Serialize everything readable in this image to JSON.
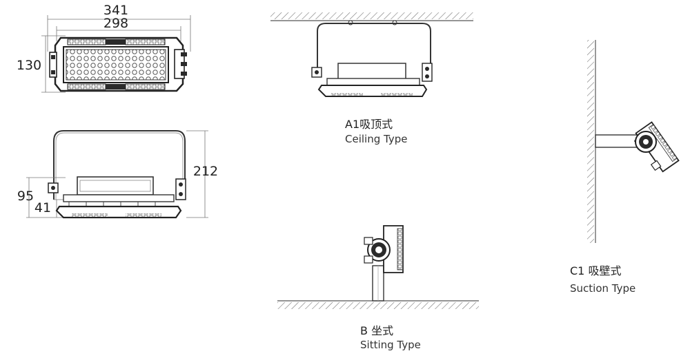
{
  "dimensions": {
    "front_width_outer": "341",
    "front_width_inner": "298",
    "front_height": "130",
    "side_total_height": "212",
    "side_body_height": "95",
    "side_base_height": "41"
  },
  "mountings": {
    "ceiling": {
      "label_cn": "A1吸顶式",
      "label_en": "Ceiling  Type"
    },
    "sitting": {
      "label_cn": "B 坐式",
      "label_en": "Sitting Type"
    },
    "suction": {
      "label_cn": "C1 吸壁式",
      "label_en": "Suction Type"
    }
  }
}
